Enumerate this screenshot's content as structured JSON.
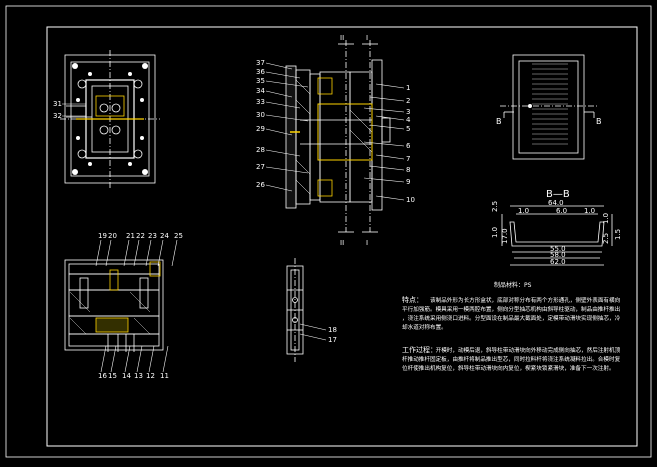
{
  "colors": {
    "background": "#000000",
    "line": "#ffffff",
    "dim": "#ffffff",
    "highlight": "#ffd400"
  },
  "section_marks": {
    "top_left": "II",
    "top_right": "I",
    "bottom_left": "II",
    "bottom_right": "I"
  },
  "assembly_labels_left": [
    "37",
    "36",
    "35",
    "34",
    "33",
    "30",
    "29",
    "28",
    "27",
    "26"
  ],
  "assembly_labels_right": [
    "1",
    "2",
    "3",
    "4",
    "5",
    "6",
    "7",
    "8",
    "9",
    "10"
  ],
  "plan_labels": [
    "31",
    "32"
  ],
  "section_labels_top": [
    "19",
    "20",
    "21",
    "22",
    "23",
    "24",
    "25"
  ],
  "section_labels_bottom": [
    "16",
    "15",
    "14",
    "13",
    "12",
    "11"
  ],
  "detail_labels": [
    "18",
    "17"
  ],
  "part_view": {
    "cut_mark": "B"
  },
  "bb_section": {
    "title": "B—B",
    "dims": {
      "width_top": "64.0",
      "width_inner": "6.0",
      "left_top": "1.0",
      "right_top": "1.0",
      "left_h1": "2.5",
      "left_h2": "17.0",
      "left_h3": "1.0",
      "right_h1": "1.0",
      "right_h2": "1.5",
      "right_h3": "2.5",
      "bot1": "55.0",
      "bot2": "58.0",
      "bot3": "62.0"
    }
  },
  "material_note": "制品材料：PS",
  "notes": {
    "features_heading": "特点：",
    "features_text": "该制品外形为长方形盒状，底部对称分布有两个方形通孔，侧壁外表面有横向平行加强筋。模具采用一模两腔布置，侧向分型抽芯机构由斜导柱驱动，制品由推杆推出，浇注系统采用侧浇口进料。分型面设在制品最大截面处，定模带动滑块实现侧抽芯，冷却水道对称布置。",
    "process_heading": "工作过程：",
    "process_text": "开模时，动模后退，斜导柱带动滑块向外移动完成侧向抽芯，然后注射机顶杆推动推杆固定板，由推杆将制品推出型芯，同时拉料杆将浇注系统凝料拉出。合模时复位杆使推出机构复位，斜导柱带动滑块向内复位，楔紧块锁紧滑块，准备下一次注射。"
  }
}
